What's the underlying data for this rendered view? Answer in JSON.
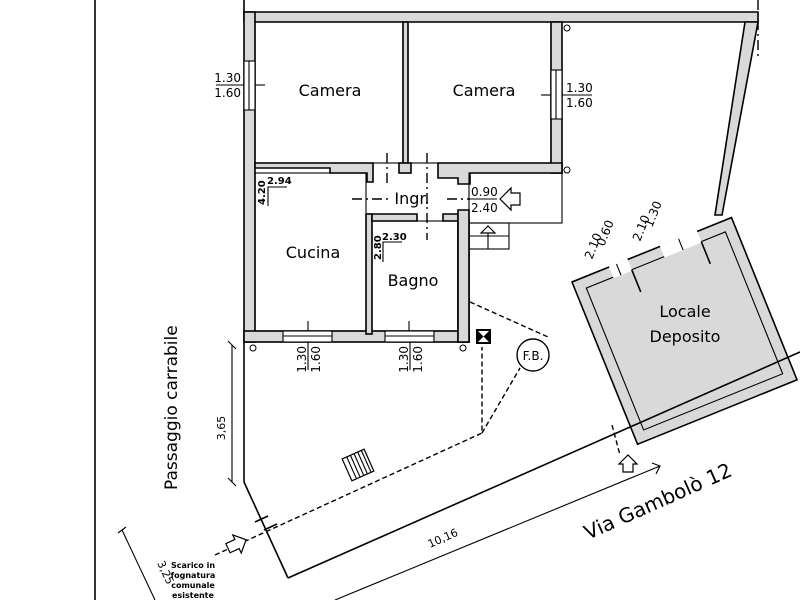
{
  "plan": {
    "rooms": {
      "camera_left": "Camera",
      "camera_right": "Camera",
      "ingresso": "Ingr.",
      "cucina": "Cucina",
      "bagno": "Bagno",
      "deposito_line1": "Locale",
      "deposito_line2": "Deposito"
    },
    "windows": {
      "camera_left": {
        "width": "1.30",
        "height": "1.60"
      },
      "camera_right": {
        "width": "1.30",
        "height": "1.60"
      },
      "cucina": {
        "width": "1.30",
        "height": "1.60"
      },
      "bagno": {
        "width": "1.30",
        "height": "1.60"
      },
      "ingresso_door": {
        "width": "0.90",
        "height": "2.40"
      },
      "deposito_door1": {
        "width": "0.60",
        "height": "2.10"
      },
      "deposito_door2": {
        "width": "1.30",
        "height": "2.10"
      }
    },
    "room_dims": {
      "cucina": {
        "w": "2.94",
        "h": "4.20"
      },
      "bagno": {
        "w": "2.30",
        "h": "2.80"
      }
    },
    "site": {
      "passage_label": "Passaggio  carrabile",
      "passage_width": "3,65",
      "front_length": "10,16",
      "side_length": "3,25",
      "street": "Via  Gambolò  12",
      "fb_label": "F.B.",
      "drain_note": [
        "Scarico in",
        "fognatura",
        "comunale",
        "esistente"
      ]
    },
    "icons": [
      "entrance-arrow-icon",
      "stair-up-arrow-icon",
      "sewer-outlet-arrow-icon",
      "pedestrian-entrance-arrow-icon",
      "inspection-box-icon",
      "grate-icon"
    ]
  }
}
